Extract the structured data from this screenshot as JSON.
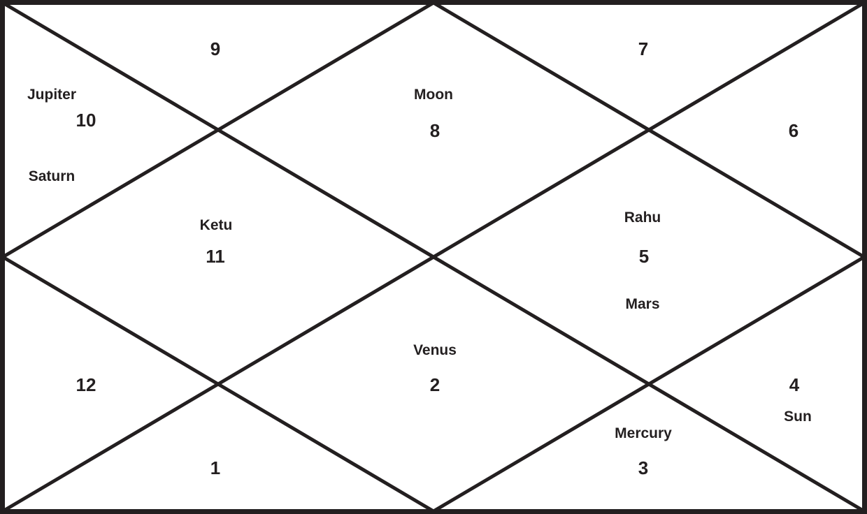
{
  "chart": {
    "houses": [
      "1",
      "2",
      "3",
      "4",
      "5",
      "6",
      "7",
      "8",
      "9",
      "10",
      "11",
      "12"
    ],
    "planets": [
      "Jupiter",
      "Saturn",
      "Moon",
      "Ketu",
      "Rahu",
      "Mars",
      "Venus",
      "Mercury",
      "Sun"
    ]
  }
}
